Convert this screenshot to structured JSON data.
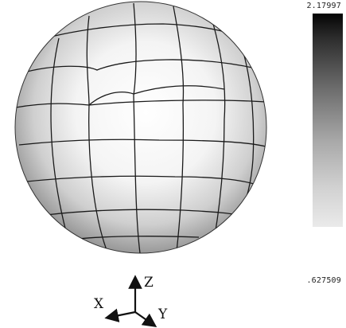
{
  "colorbar": {
    "max_label": "2.17997",
    "min_label": ".627509",
    "gradient": [
      "#050505",
      "#6c6c6c",
      "#a9a9a9",
      "#eaeaea"
    ]
  },
  "triad": {
    "x_label": "X",
    "y_label": "Y",
    "z_label": "Z"
  },
  "sphere": {
    "mesh_color": "#1a1a1a",
    "shade_dark": "#7a7a7a",
    "shade_light": "#ffffff"
  }
}
